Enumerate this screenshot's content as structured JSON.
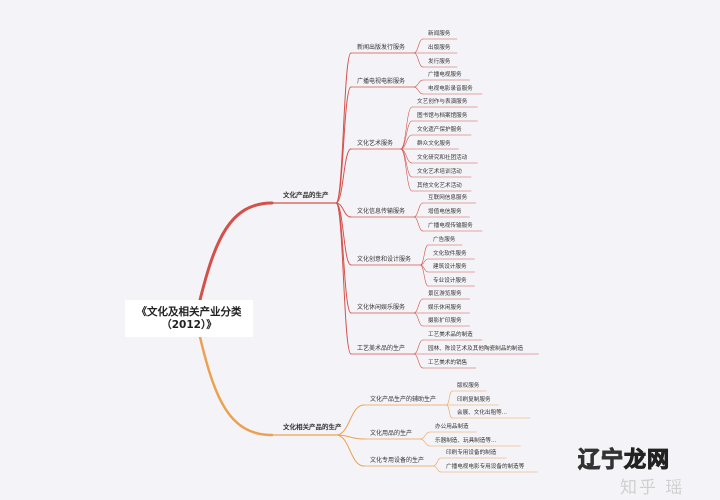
{
  "root": {
    "label": "《文化及相关产业分类（2012）》"
  },
  "colors": {
    "background": "#f4f4f8",
    "branch_1": "#d4514a",
    "branch_2": "#eda050",
    "text": "#333333"
  },
  "tree": {
    "branches": [
      {
        "label": "文化产品的生产",
        "children": [
          {
            "label": "新闻出版发行服务",
            "children": [
              {
                "label": "新闻服务"
              },
              {
                "label": "出版服务"
              },
              {
                "label": "发行服务"
              }
            ]
          },
          {
            "label": "广播电视电影服务",
            "children": [
              {
                "label": "广播电视服务"
              },
              {
                "label": "电视电影录音服务"
              }
            ]
          },
          {
            "label": "文化艺术服务",
            "children": [
              {
                "label": "文艺创作与表演服务"
              },
              {
                "label": "图书馆与档案馆服务"
              },
              {
                "label": "文化遗产保护服务"
              },
              {
                "label": "群众文化服务"
              },
              {
                "label": "文化研究和社团活动"
              },
              {
                "label": "文化艺术培训活动"
              },
              {
                "label": "其他文化艺术活动"
              }
            ]
          },
          {
            "label": "文化信息传输服务",
            "children": [
              {
                "label": "互联网信息服务"
              },
              {
                "label": "增值电信服务"
              },
              {
                "label": "广播电视传输服务"
              }
            ]
          },
          {
            "label": "文化创意和设计服务",
            "children": [
              {
                "label": "广告服务"
              },
              {
                "label": "文化软件服务"
              },
              {
                "label": "建筑设计服务"
              },
              {
                "label": "专业设计服务"
              }
            ]
          },
          {
            "label": "文化休闲娱乐服务",
            "children": [
              {
                "label": "景区游览服务"
              },
              {
                "label": "娱乐休闲服务"
              },
              {
                "label": "摄影扩印服务"
              }
            ]
          },
          {
            "label": "工艺美术品的生产",
            "children": [
              {
                "label": "工艺美术品的制造"
              },
              {
                "label": "园林、陈设艺术及其他陶瓷制品的制造"
              },
              {
                "label": "工艺美术的销售"
              }
            ]
          }
        ]
      },
      {
        "label": "文化相关产品的生产",
        "children": [
          {
            "label": "文化产品生产的辅助生产",
            "children": [
              {
                "label": "版权服务"
              },
              {
                "label": "印刷复制服务"
              },
              {
                "label": "会展、文化出租等..."
              }
            ]
          },
          {
            "label": "文化用品的生产",
            "children": [
              {
                "label": "办公用品制造"
              },
              {
                "label": "乐器制造、玩具制造等..."
              }
            ]
          },
          {
            "label": "文化专用设备的生产",
            "children": [
              {
                "label": "印刷专用设备的制造"
              },
              {
                "label": "广播电视电影专用设备的制造等"
              }
            ]
          }
        ]
      }
    ]
  },
  "watermark": {
    "faint": "知乎 瑶",
    "logo_a": "辽宁",
    "logo_b": "龙网"
  }
}
